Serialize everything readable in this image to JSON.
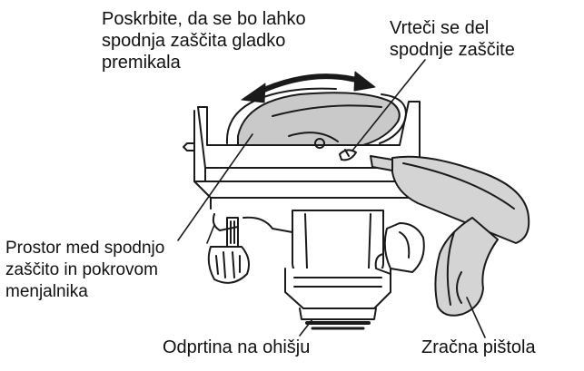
{
  "labels": {
    "guard_movement": {
      "line1": "Poskrbite, da se bo lahko",
      "line2": "spodnja zaščita gladko",
      "line3": "premikala"
    },
    "rotating_part": {
      "line1": "Vrteči se del",
      "line2": "spodnje zaščite"
    },
    "gap": {
      "line1": "Prostor med spodnjo",
      "line2": "zaščito in pokrovom",
      "line3": "menjalnika"
    },
    "housing_opening": "Odprtina na ohišju",
    "air_gun": "Zračna pištola"
  },
  "colors": {
    "line": "#1a1a1a",
    "blade_fill": "#c9c9c9",
    "gun_fill": "#d4d4d4",
    "body_fill": "#ffffff"
  }
}
